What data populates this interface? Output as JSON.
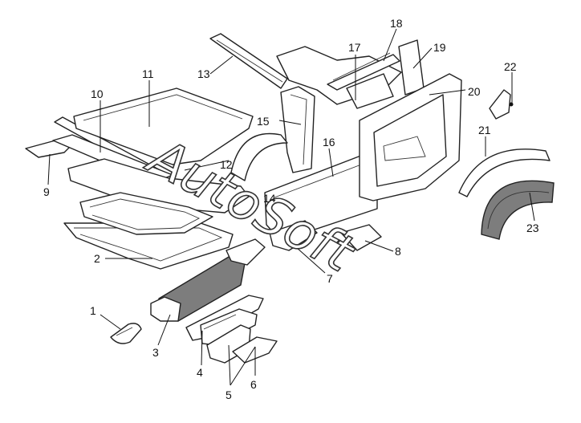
{
  "callouts": [
    {
      "num": "1"
    },
    {
      "num": "2"
    },
    {
      "num": "3"
    },
    {
      "num": "4"
    },
    {
      "num": "5"
    },
    {
      "num": "6"
    },
    {
      "num": "7"
    },
    {
      "num": "8"
    },
    {
      "num": "9"
    },
    {
      "num": "10"
    },
    {
      "num": "11"
    },
    {
      "num": "12"
    },
    {
      "num": "13"
    },
    {
      "num": "14"
    },
    {
      "num": "15"
    },
    {
      "num": "16"
    },
    {
      "num": "17"
    },
    {
      "num": "18"
    },
    {
      "num": "19"
    },
    {
      "num": "20"
    },
    {
      "num": "21"
    },
    {
      "num": "22"
    },
    {
      "num": "23"
    }
  ],
  "watermark": "AutoSoft",
  "colors": {
    "line": "#222222",
    "shaded": "#7d7d7d",
    "background": "#ffffff"
  }
}
